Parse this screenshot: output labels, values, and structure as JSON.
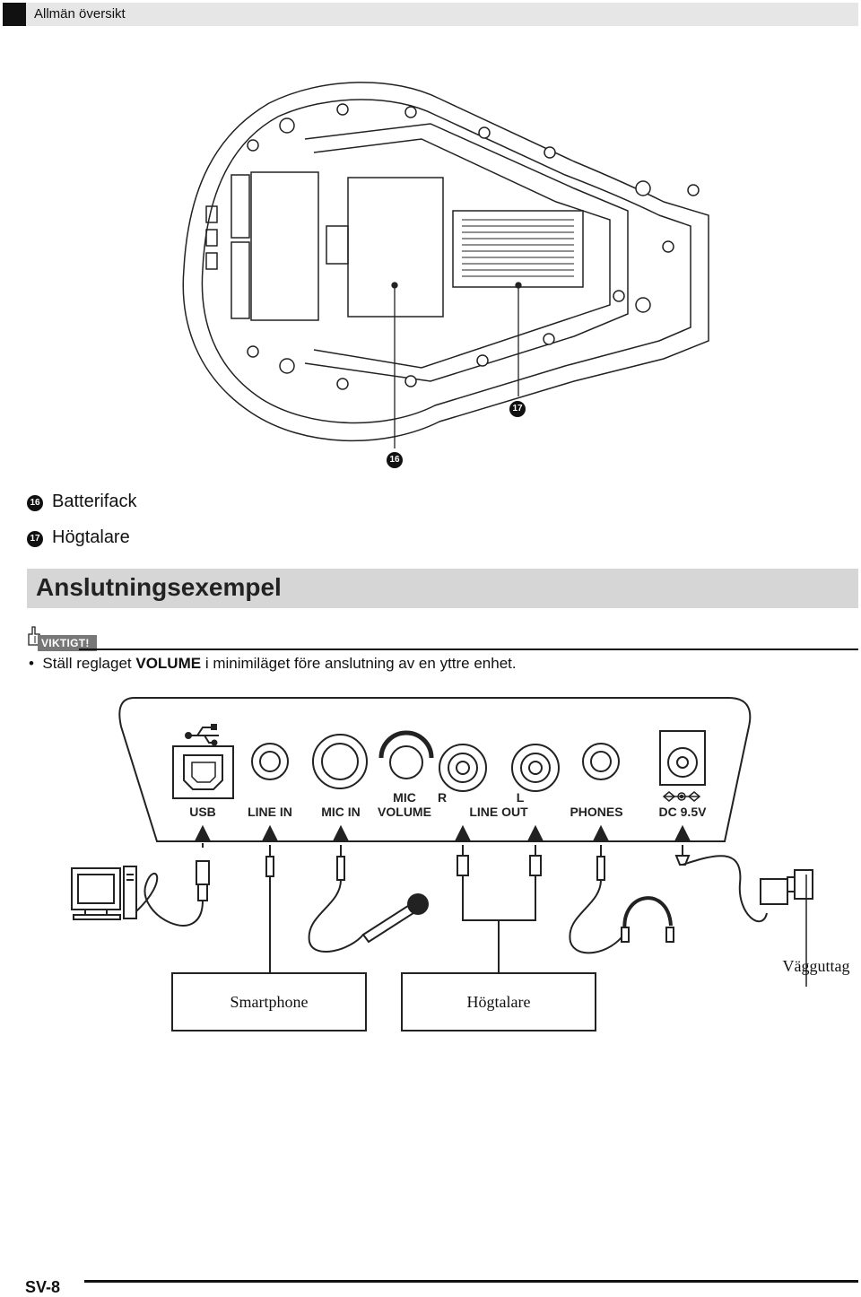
{
  "header": {
    "title": "Allmän översikt"
  },
  "callouts": {
    "c16": "16",
    "c17": "17"
  },
  "legend": [
    {
      "num": "16",
      "label": "Batterifack"
    },
    {
      "num": "17",
      "label": "Högtalare"
    }
  ],
  "section": {
    "title": "Anslutningsexempel"
  },
  "important": {
    "badge": "VIKTIGT!",
    "text_before": "Ställ reglaget ",
    "text_bold": "VOLUME",
    "text_after": " i minimiläget före anslutning av en yttre enhet."
  },
  "panel": {
    "ports": {
      "usb": "USB",
      "line_in": "LINE IN",
      "mic_in": "MIC IN",
      "mic_volume_top": "MIC",
      "mic_volume_bottom": "VOLUME",
      "r": "R",
      "l": "L",
      "line_out": "LINE OUT",
      "phones": "PHONES",
      "dc": "DC 9.5V"
    }
  },
  "devices": {
    "smartphone": "Smartphone",
    "speakers": "Högtalare",
    "outlet": "Vägguttag"
  },
  "footer": {
    "page": "SV-8"
  }
}
